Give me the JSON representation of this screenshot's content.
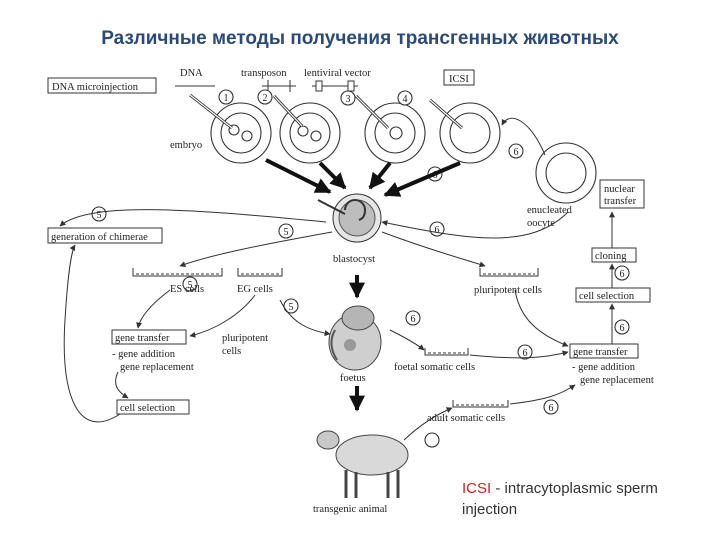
{
  "title": "Различные методы получения трансгенных животных",
  "labels": {
    "dna_microinjection": "DNA microinjection",
    "dna": "DNA",
    "transposon": "transposon",
    "lentiviral_vector": "lentiviral vector",
    "icsi": "ICSI",
    "embryo": "embryo",
    "blastocyst": "blastocyst",
    "generation_of_chimerae": "generation of chimerae",
    "es_cells": "ES cells",
    "eg_cells": "EG cells",
    "pluripotent_cells_right": "pluripotent cells",
    "pluripotent_cells_left": "pluripotent",
    "pluripotent_cells_left2": "cells",
    "gene_transfer": "gene transfer",
    "gene_addition": "- gene addition",
    "gene_replacement": "gene replacement",
    "cell_selection": "cell selection",
    "foetus": "foetus",
    "foetal_somatic_cells": "foetal somatic cells",
    "adult_somatic_cells": "adult somatic cells",
    "transgenic_animal": "transgenic animal",
    "enucleated_oocyte_1": "enucleated",
    "enucleated_oocyte_2": "oocyte",
    "nuclear_transfer_1": "nuclear",
    "nuclear_transfer_2": "transfer",
    "cloning": "cloning",
    "cell_selection_right": "cell selection",
    "gene_transfer_right": "gene transfer",
    "gene_addition_right": "- gene addition",
    "gene_replacement_right": "gene replacement"
  },
  "numbers": [
    "1",
    "2",
    "3",
    "4",
    "5",
    "5",
    "5",
    "5",
    "6",
    "6",
    "6",
    "6",
    "6",
    "6",
    "6",
    "6"
  ],
  "legend": {
    "abbr": "ICSI",
    "text": " - intracytoplasmic sperm",
    "text2": "injection"
  }
}
